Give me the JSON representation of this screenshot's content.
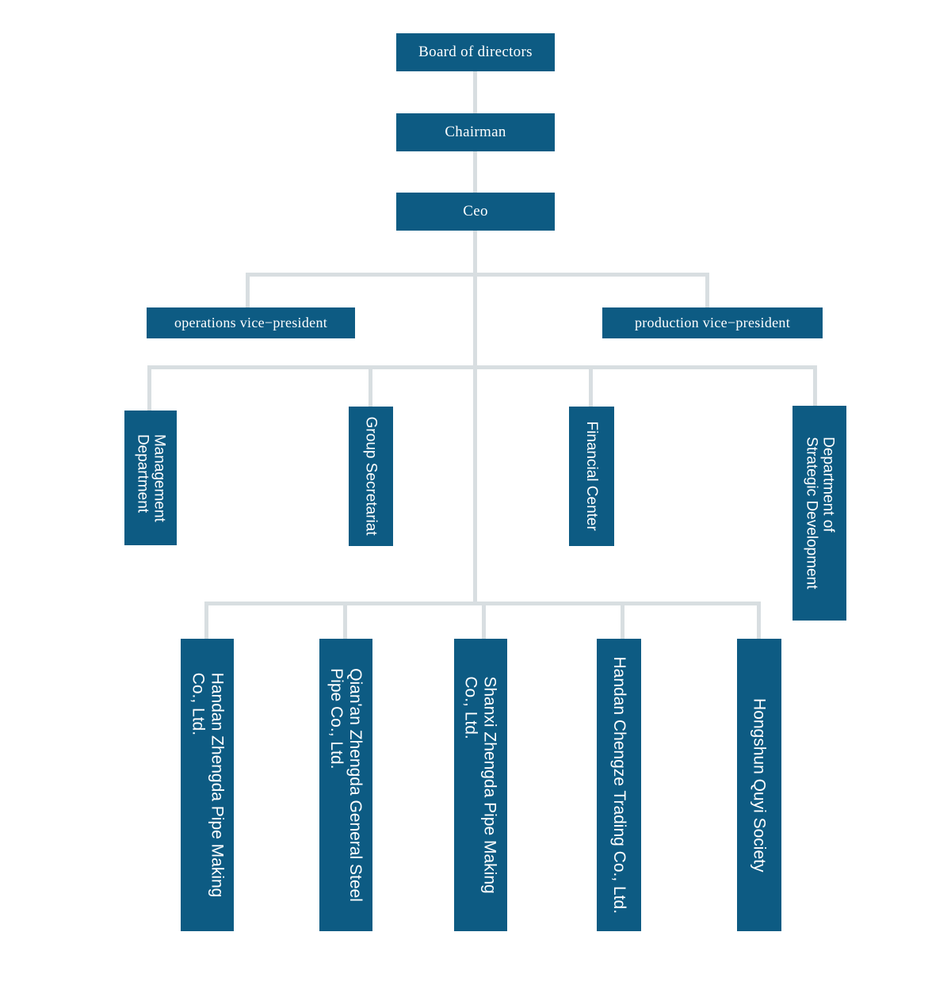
{
  "chart_data": {
    "type": "diagram",
    "diagram_type": "organizational-chart",
    "title": "",
    "colors": {
      "node_fill": "#0d5b83",
      "node_text": "#ffffff",
      "connector": "#d8dee1",
      "background": "#ffffff"
    },
    "levels": [
      {
        "level": 1,
        "nodes": [
          "board-of-directors"
        ]
      },
      {
        "level": 2,
        "nodes": [
          "chairman"
        ]
      },
      {
        "level": 3,
        "nodes": [
          "ceo"
        ]
      },
      {
        "level": 4,
        "nodes": [
          "operations-vice-president",
          "production-vice-president"
        ]
      },
      {
        "level": 5,
        "nodes": [
          "management-department",
          "group-secretariat",
          "financial-center",
          "department-of-strategic-development"
        ]
      },
      {
        "level": 6,
        "nodes": [
          "handan-zhengda-pipe-making",
          "qianan-zhengda-general-steel-pipe",
          "shanxi-zhengda-pipe-making",
          "handan-chengze-trading",
          "hongshun-quyi-society"
        ]
      }
    ]
  },
  "nodes": {
    "board_of_directors": "Board of directors",
    "chairman": "Chairman",
    "ceo": "Ceo",
    "operations_vice_president": "operations vice−president",
    "production_vice_president": "production vice−president",
    "management_department": "Management\nDepartment",
    "group_secretariat": "Group Secretariat",
    "financial_center": "Financial Center",
    "department_of_strategic_development": "Department of\nStrategic Development",
    "handan_zhengda_pipe_making": "Handan Zhengda Pipe Making\nCo., Ltd.",
    "qianan_zhengda_general_steel_pipe": "Qian'an Zhengda General Steel\nPipe Co., Ltd.",
    "shanxi_zhengda_pipe_making": "Shanxi Zhengda Pipe Making\nCo., Ltd.",
    "handan_chengze_trading": "Handan Chengze Trading Co., Ltd.",
    "hongshun_quyi_society": "Hongshun Quyi Society"
  }
}
